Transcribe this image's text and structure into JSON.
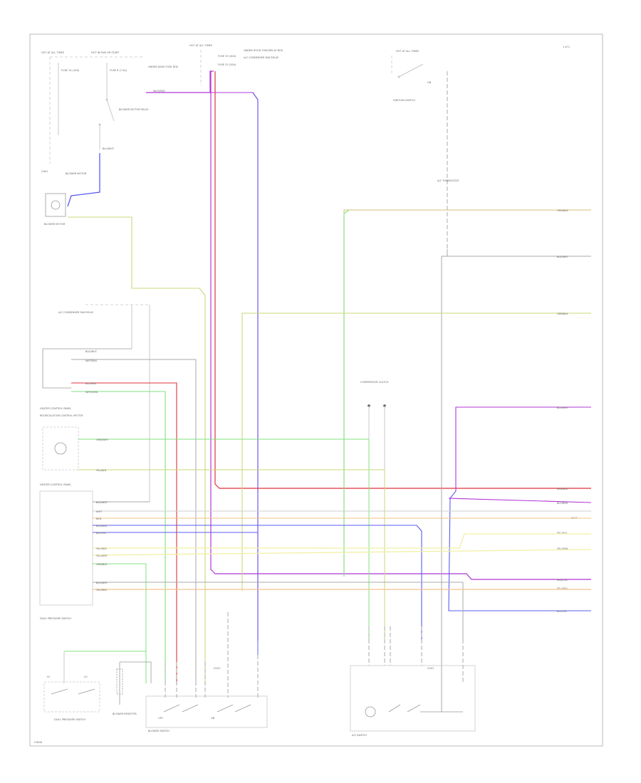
{
  "page_number": "1",
  "page_total_label": "1 of 2",
  "figure_id": "F2806",
  "colors": {
    "border": "#b9b9b9",
    "component": "#c9c9c9",
    "red": "#e0323a",
    "violet": "#b035d8",
    "blue": "#5b5bf0",
    "green": "#7fe37f",
    "yellow_green": "#c9d97a",
    "orange": "#f4c38a",
    "tan": "#d7bf74",
    "gray": "#aaaaaa",
    "light_yellow": "#f1f0a4"
  },
  "components": {
    "hot_at_all_times": "HOT AT ALL TIMES",
    "hot_in_run_start": "HOT IN RUN OR START",
    "fuse_box_1": "UNDER-DASH FUSE BOX",
    "fuse_box_2": "UNDER-HOOD FUSE/RELAY BOX",
    "blower_relay": "BLOWER MOTOR RELAY",
    "blower_motor": "BLOWER MOTOR",
    "fan_relay": "A/C CONDENSER FAN RELAY",
    "heater_control_panel": "HEATER CONTROL PANEL",
    "recirculation_unit": "RECIRCULATION CONTROL MOTOR",
    "ac_thermostat": "A/C THERMOSTAT",
    "dual_pressure_switch": "DUAL PRESSURE SWITCH",
    "blower_switch": "BLOWER SWITCH",
    "ac_switch": "A/C SWITCH",
    "blower_resistor": "BLOWER RESISTOR",
    "ignition_switch": "IGNITION SWITCH",
    "compressor_clutch": "COMPRESSOR CLUTCH"
  },
  "wires": {
    "blu_wht": "BLU/WHT",
    "wht_blk": "WHT/BLK",
    "blk_wht": "BLK/WHT",
    "yel_blk": "YEL/BLK",
    "blu_red": "BLU/RED",
    "wht_red": "WHT/RED",
    "red_wht": "RED/WHT",
    "wht_grn": "WHT/GRN",
    "grn_wht": "GRN/WHT",
    "blu_yel": "BLU/YEL",
    "grn_blk": "GRN/BLK",
    "yel_red": "YEL/RED",
    "yel_wht": "YEL/WHT",
    "blk": "BLK",
    "wht": "WHT",
    "red": "RED",
    "blu": "BLU",
    "org_blk": "ORG/BLK",
    "gry": "GRY"
  },
  "right_edge": {
    "org_blk": "ORG/BLK",
    "blk_wht": "BLK/WHT",
    "grn_blk": "GRN/BLK",
    "blu_wht": "BLU/WHT",
    "red_blk": "RED/BLK",
    "blu_red": "BLU/RED",
    "wht": "WHT",
    "yel_blk": "YEL/BLK",
    "yel_grn": "YEL/GRN",
    "red_yel": "RED/YEL",
    "yel_red": "YEL/RED",
    "blu_yel": "BLU/YEL"
  },
  "fuses": {
    "fuse_a": "FUSE 14 (10A)",
    "fuse_b": "FUSE 6 (7.5A)",
    "fuse_c": "FUSE 29 (40A)",
    "fuse_d": "FUSE 25 (20A)"
  },
  "nodes": {
    "g401": "G401",
    "g201": "G201",
    "g101": "G101",
    "hi": "HI",
    "lo": "LO",
    "off": "OFF",
    "on": "ON"
  }
}
